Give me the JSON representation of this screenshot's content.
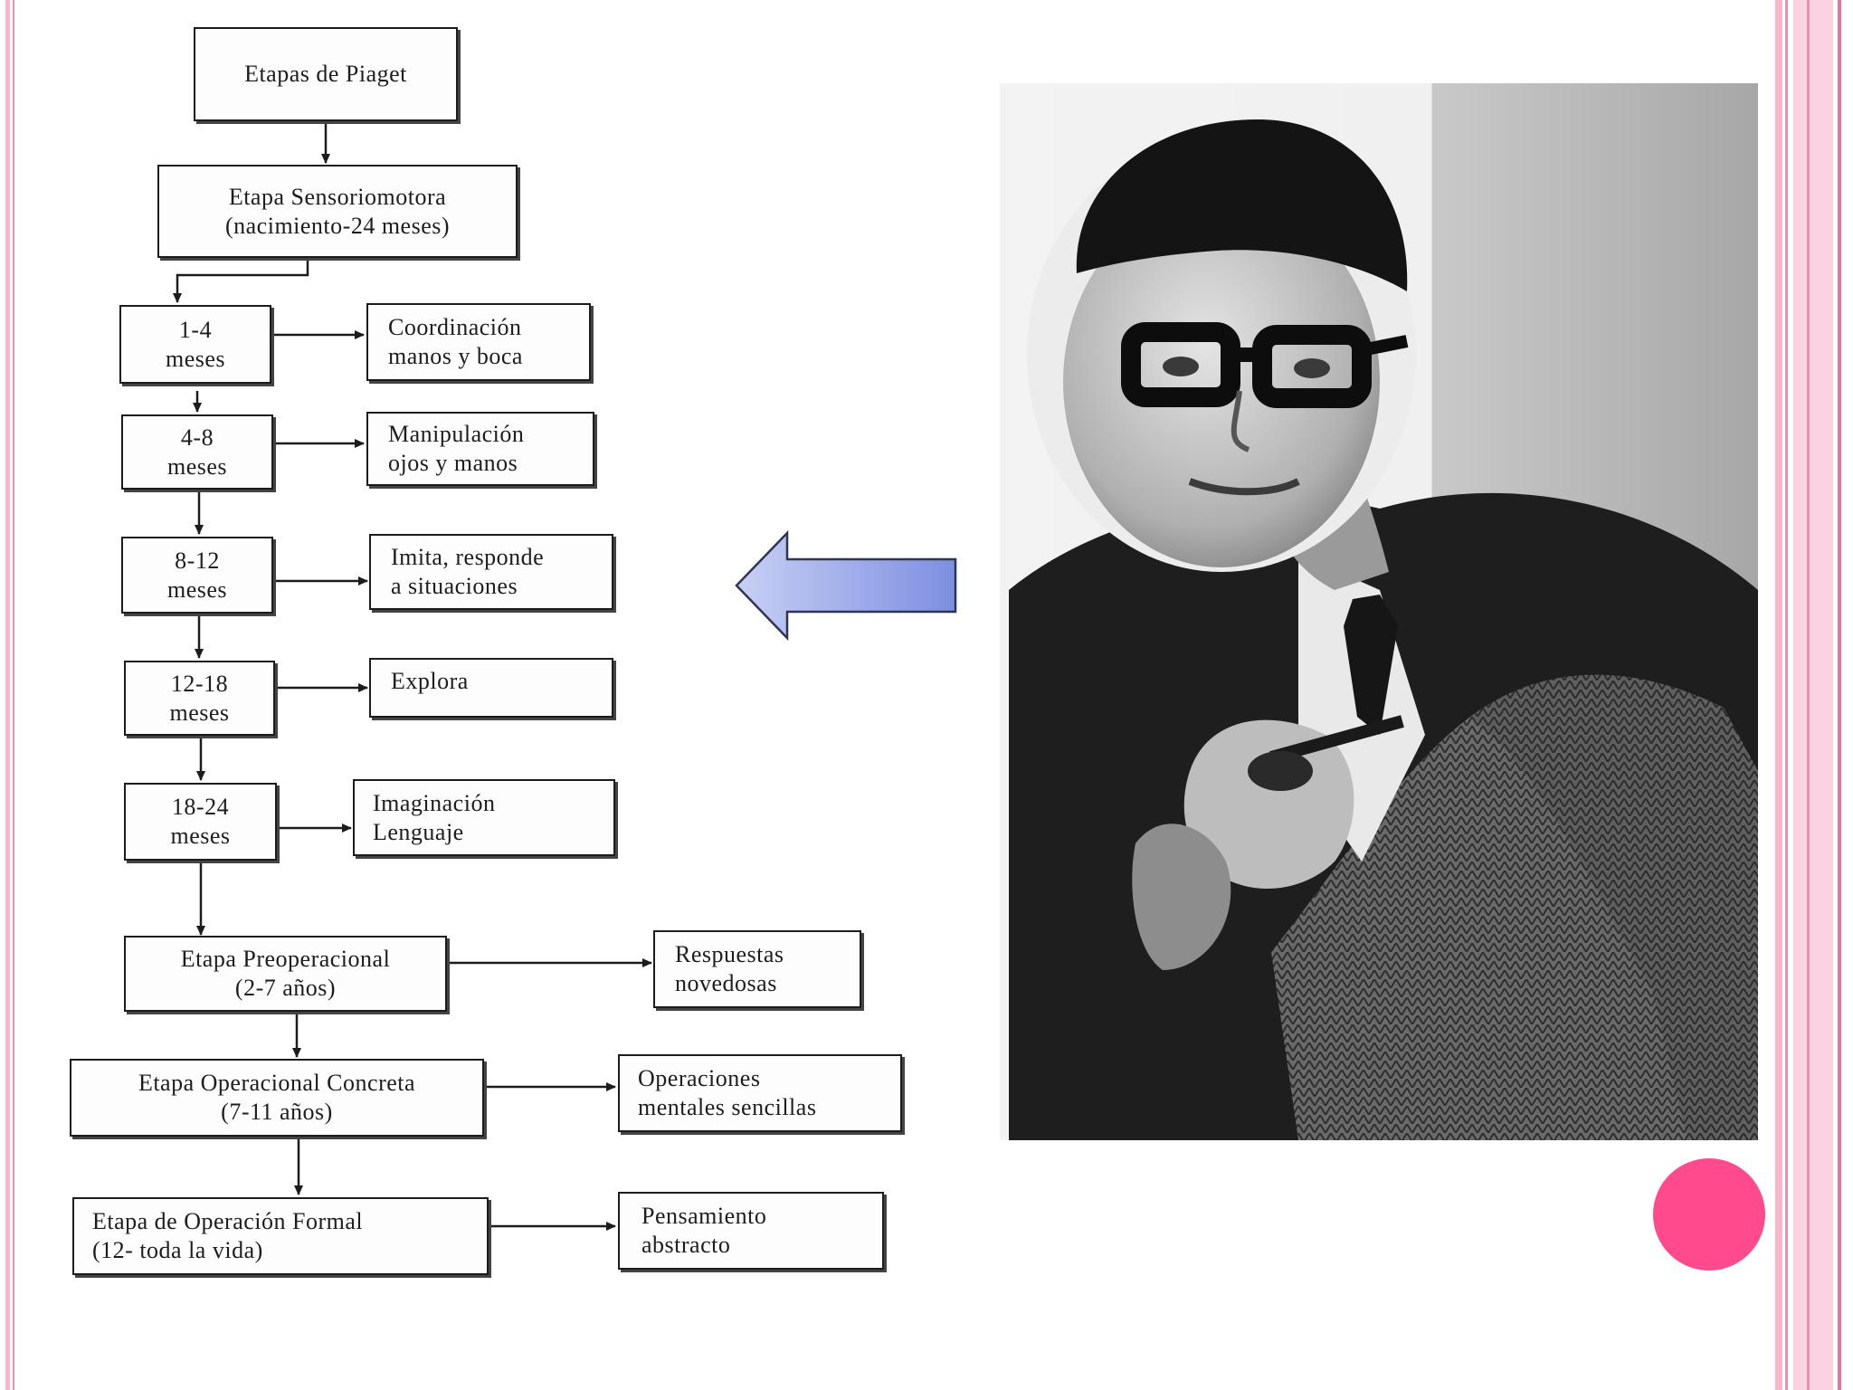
{
  "colors": {
    "border_light": "#f6b6cb",
    "border_mid": "#ee8fb0",
    "border_dark": "#e8749e",
    "accent_dot": "#ff4a8d",
    "arrow_fill_light": "#c8d0f4",
    "arrow_fill_dark": "#7d8ee0",
    "arrow_stroke": "#2f3552"
  },
  "diagram": {
    "title": "Etapas de Piaget",
    "sensoriomotora": {
      "line1": "Etapa Sensoriomotora",
      "line2": "(nacimiento-24 meses)"
    },
    "substages": [
      {
        "age_line1": "1-4",
        "age_line2": "meses",
        "desc_line1": "Coordinación",
        "desc_line2": "manos y boca"
      },
      {
        "age_line1": "4-8",
        "age_line2": "meses",
        "desc_line1": "Manipulación",
        "desc_line2": "ojos y manos"
      },
      {
        "age_line1": "8-12",
        "age_line2": "meses",
        "desc_line1": "Imita, responde",
        "desc_line2": "a situaciones"
      },
      {
        "age_line1": "12-18",
        "age_line2": "meses",
        "desc_line1": "Explora",
        "desc_line2": ""
      },
      {
        "age_line1": "18-24",
        "age_line2": "meses",
        "desc_line1": "Imaginación",
        "desc_line2": "Lenguaje"
      }
    ],
    "stages": [
      {
        "line1": "Etapa Preoperacional",
        "line2": "(2-7 años)",
        "desc_line1": "Respuestas",
        "desc_line2": "novedosas"
      },
      {
        "line1": "Etapa Operacional Concreta",
        "line2": "(7-11 años)",
        "desc_line1": "Operaciones",
        "desc_line2": "mentales sencillas"
      },
      {
        "line1": "Etapa de Operación Formal",
        "line2": "(12- toda la vida)",
        "desc_line1": "Pensamiento",
        "desc_line2": "abstracto"
      }
    ]
  },
  "pointer_arrow": {
    "icon": "left-arrow-icon",
    "direction": "left"
  },
  "portrait": {
    "icon": "portrait-photo-icon"
  },
  "decoration": {
    "icon": "pink-circle-icon"
  }
}
